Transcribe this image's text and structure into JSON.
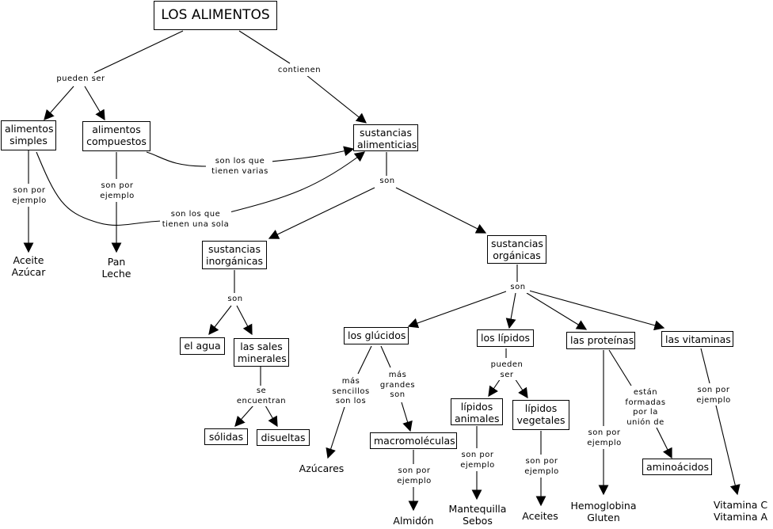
{
  "title": "LOS ALIMENTOS",
  "concepts": {
    "alimentos": "LOS ALIMENTOS",
    "simples": [
      "alimentos",
      "simples"
    ],
    "compuestos": [
      "alimentos",
      "compuestos"
    ],
    "sustancias_alimenticias": [
      "sustancias",
      "alimenticias"
    ],
    "inorganicas": [
      "sustancias",
      "inorgánicas"
    ],
    "organicas": [
      "sustancias",
      "orgánicas"
    ],
    "agua": [
      "el agua"
    ],
    "sales": [
      "las sales",
      "minerales"
    ],
    "solidas": [
      "sólidas"
    ],
    "disueltas": [
      "disueltas"
    ],
    "glucidos": [
      "los glúcidos"
    ],
    "lipidos": [
      "los lípidos"
    ],
    "proteinas": [
      "las proteínas"
    ],
    "vitaminas": [
      "las vitaminas"
    ],
    "macromoleculas": [
      "macromoléculas"
    ],
    "lipidos_animales": [
      "lípidos",
      "animales"
    ],
    "lipidos_vegetales": [
      "lípidos",
      "vegetales"
    ],
    "aminoacidos": [
      "aminoácidos"
    ]
  },
  "examples": {
    "simples": [
      "Aceite",
      "Azúcar"
    ],
    "compuestos": [
      "Pan",
      "Leche"
    ],
    "azucares": [
      "Azúcares"
    ],
    "almidon": [
      "Almidón"
    ],
    "animales": [
      "Mantequilla",
      "Sebos"
    ],
    "vegetales": [
      "Aceites"
    ],
    "proteinas": [
      "Hemoglobina",
      "Gluten"
    ],
    "vitaminas": [
      "Vitamina C",
      "Vitamina A"
    ]
  },
  "links": {
    "pueden_ser": [
      "pueden ser"
    ],
    "contienen": [
      "contienen"
    ],
    "simples_ej": [
      "son por",
      "ejemplo"
    ],
    "compuestos_ej": [
      "son por",
      "ejemplo"
    ],
    "varias": [
      "son los que",
      "tienen varias"
    ],
    "una_sola": [
      "son los que",
      "tienen una sola"
    ],
    "son_sa": [
      "son"
    ],
    "son_inorg": [
      "son"
    ],
    "se_encuentran": [
      "se",
      "encuentran"
    ],
    "son_org": [
      "son"
    ],
    "mas_sencillos": [
      "más",
      "sencillos",
      "son los"
    ],
    "mas_grandes": [
      "más",
      "grandes",
      "son"
    ],
    "macro_ej": [
      "son por",
      "ejemplo"
    ],
    "lipidos_pueden": [
      "pueden",
      "ser"
    ],
    "animales_ej": [
      "son por",
      "ejemplo"
    ],
    "vegetales_ej": [
      "son por",
      "ejemplo"
    ],
    "proteinas_ej": [
      "son por",
      "ejemplo"
    ],
    "formadas": [
      "están",
      "formadas",
      "por la",
      "unión de"
    ],
    "vitaminas_ej": [
      "son por",
      "ejemplo"
    ]
  }
}
